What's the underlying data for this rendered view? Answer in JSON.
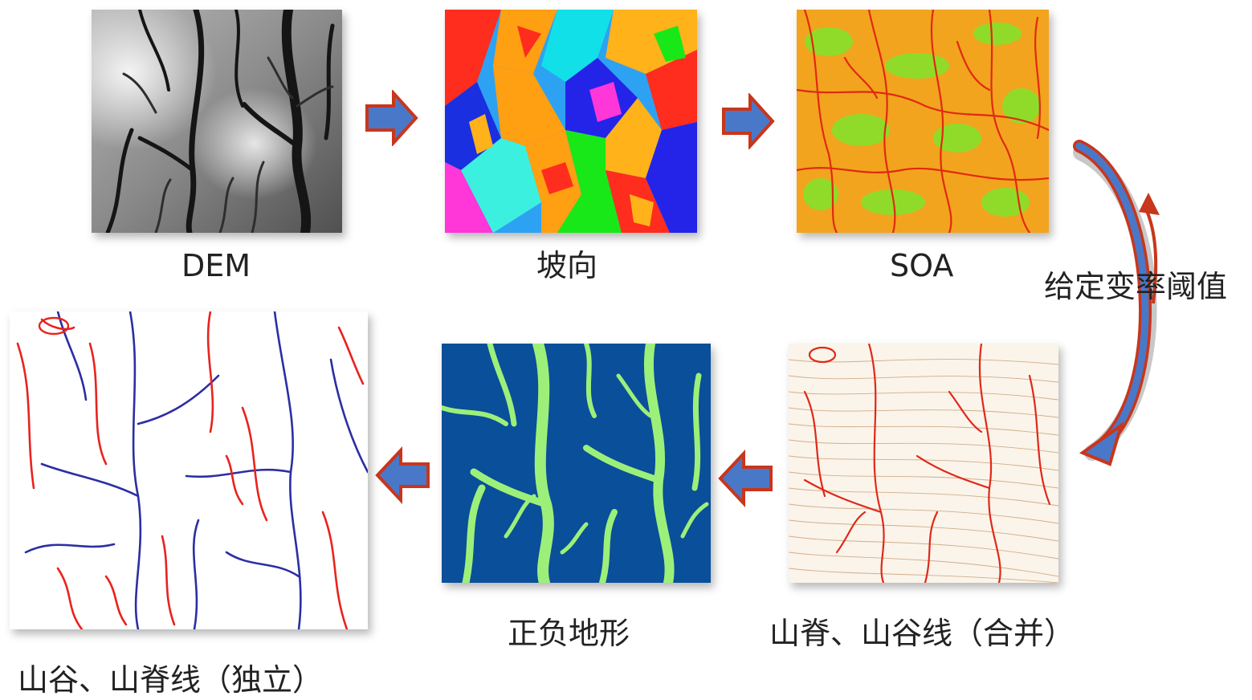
{
  "steps": {
    "dem": "DEM",
    "aspect": "坡向",
    "soa": "SOA",
    "threshold": "给定变率阈值",
    "merged": "山脊、山谷线（合并）",
    "posneg": "正负地形",
    "separate": "山谷、山脊线（独立）"
  },
  "colors": {
    "arrow_fill": "#4a78c8",
    "arrow_stroke": "#c8361c",
    "terrain_dark_blue": "#0a4f9a",
    "terrain_light_green": "#9cf07a",
    "ridge_red": "#e8231e",
    "valley_blue": "#2c2ea3"
  }
}
